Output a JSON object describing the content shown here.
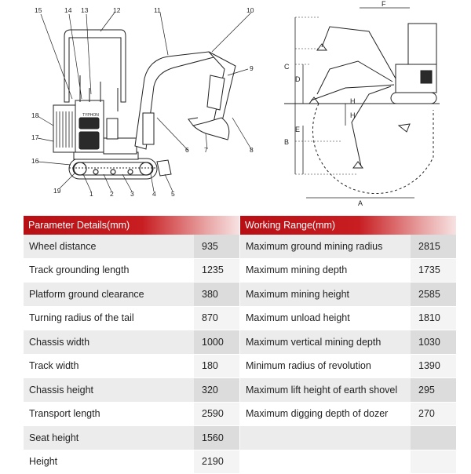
{
  "diagram": {
    "brand": "TYPHON",
    "callouts": [
      "1",
      "2",
      "3",
      "4",
      "5",
      "6",
      "7",
      "8",
      "9",
      "10",
      "11",
      "12",
      "13",
      "14",
      "15",
      "16",
      "17",
      "18",
      "19"
    ],
    "dimension_letters": [
      "F",
      "C",
      "D",
      "H",
      "H",
      "E",
      "B",
      "A"
    ]
  },
  "parameters": {
    "header": "Parameter Details(mm)",
    "rows": [
      {
        "label": "Wheel distance",
        "value": "935"
      },
      {
        "label": "Track grounding length",
        "value": "1235"
      },
      {
        "label": "Platform ground clearance",
        "value": "380"
      },
      {
        "label": "Turning radius of the tail",
        "value": "870"
      },
      {
        "label": "Chassis width",
        "value": "1000"
      },
      {
        "label": "Track width",
        "value": "180"
      },
      {
        "label": "Chassis height",
        "value": "320"
      },
      {
        "label": "Transport length",
        "value": "2590"
      },
      {
        "label": "Seat height",
        "value": "1560"
      },
      {
        "label": "Height",
        "value": "2190"
      }
    ]
  },
  "working_range": {
    "header": "Working Range(mm)",
    "rows": [
      {
        "label": "Maximum ground mining radius",
        "value": "2815"
      },
      {
        "label": "Maximum mining depth",
        "value": "1735"
      },
      {
        "label": "Maximum mining height",
        "value": "2585"
      },
      {
        "label": "Maximum unload height",
        "value": "1810"
      },
      {
        "label": "Maximum vertical mining depth",
        "value": "1030"
      },
      {
        "label": "Minimum radius of revolution",
        "value": "1390"
      },
      {
        "label": "Maximum lift height of earth shovel",
        "value": "295"
      },
      {
        "label": "Maximum digging depth of dozer",
        "value": "270"
      },
      {
        "label": "",
        "value": ""
      },
      {
        "label": "",
        "value": ""
      }
    ]
  },
  "colors": {
    "header_red": "#c0141a",
    "row_grey": "#ececec"
  }
}
